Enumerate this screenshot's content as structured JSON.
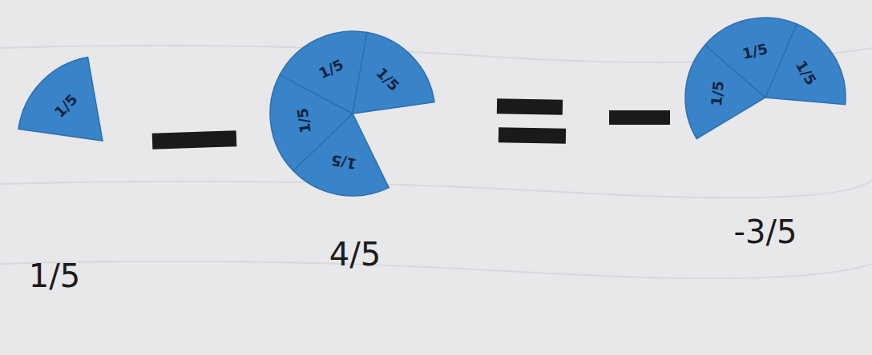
{
  "diagram": {
    "nodes": [
      {
        "text": [
          "1/5"
        ]
      },
      {
        "text": [
          "1/5"
        ]
      },
      {
        "text": [
          "1/5"
        ]
      },
      {
        "text": [
          "1/5"
        ]
      },
      {
        "text": [
          "1/5"
        ]
      },
      {
        "text": [
          "1/5"
        ]
      },
      {
        "text": [
          "1/5"
        ]
      },
      {
        "text": [
          "1/5"
        ]
      }
    ],
    "labels": [
      "1/5",
      "4/5",
      "-3/5"
    ]
  }
}
